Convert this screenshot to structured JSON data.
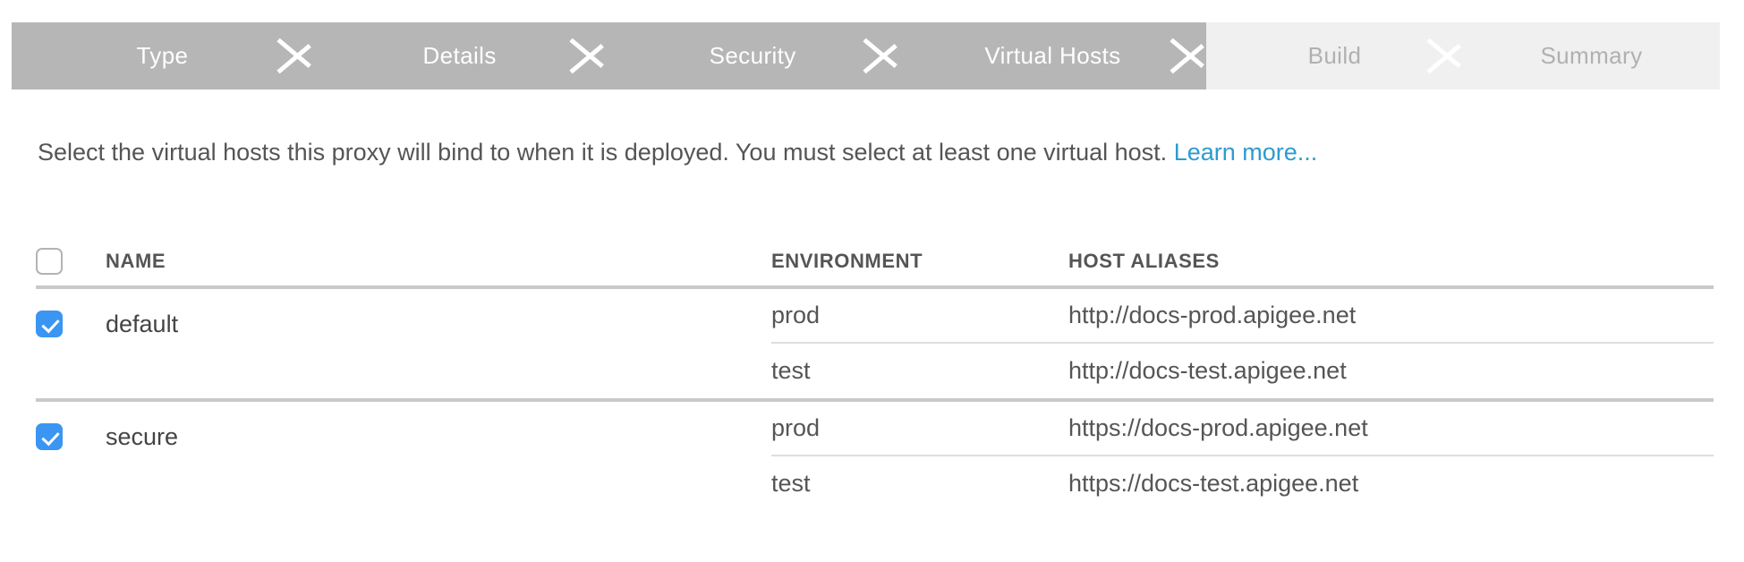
{
  "stepper": {
    "steps": [
      {
        "label": "Type",
        "state": "done"
      },
      {
        "label": "Details",
        "state": "done"
      },
      {
        "label": "Security",
        "state": "done"
      },
      {
        "label": "Virtual Hosts",
        "state": "active"
      },
      {
        "label": "Build",
        "state": "todo"
      },
      {
        "label": "Summary",
        "state": "todo"
      }
    ],
    "active_color": "#b6b6b6",
    "inactive_color": "#f0f0f0",
    "active_text_color": "#ffffff",
    "inactive_text_color": "#b0b0b0"
  },
  "description": {
    "text": "Select the virtual hosts this proxy will bind to when it is deployed. You must select at least one virtual host. ",
    "link_label": "Learn more...",
    "link_color": "#2d9bd0"
  },
  "table": {
    "select_all_checked": false,
    "headers": {
      "name": "NAME",
      "environment": "ENVIRONMENT",
      "host_aliases": "HOST ALIASES"
    },
    "checkbox_accent": "#3b95f2",
    "groups": [
      {
        "name": "default",
        "checked": true,
        "rows": [
          {
            "environment": "prod",
            "host_alias": "http://docs-prod.apigee.net"
          },
          {
            "environment": "test",
            "host_alias": "http://docs-test.apigee.net"
          }
        ]
      },
      {
        "name": "secure",
        "checked": true,
        "rows": [
          {
            "environment": "prod",
            "host_alias": "https://docs-prod.apigee.net"
          },
          {
            "environment": "test",
            "host_alias": "https://docs-test.apigee.net"
          }
        ]
      }
    ]
  }
}
